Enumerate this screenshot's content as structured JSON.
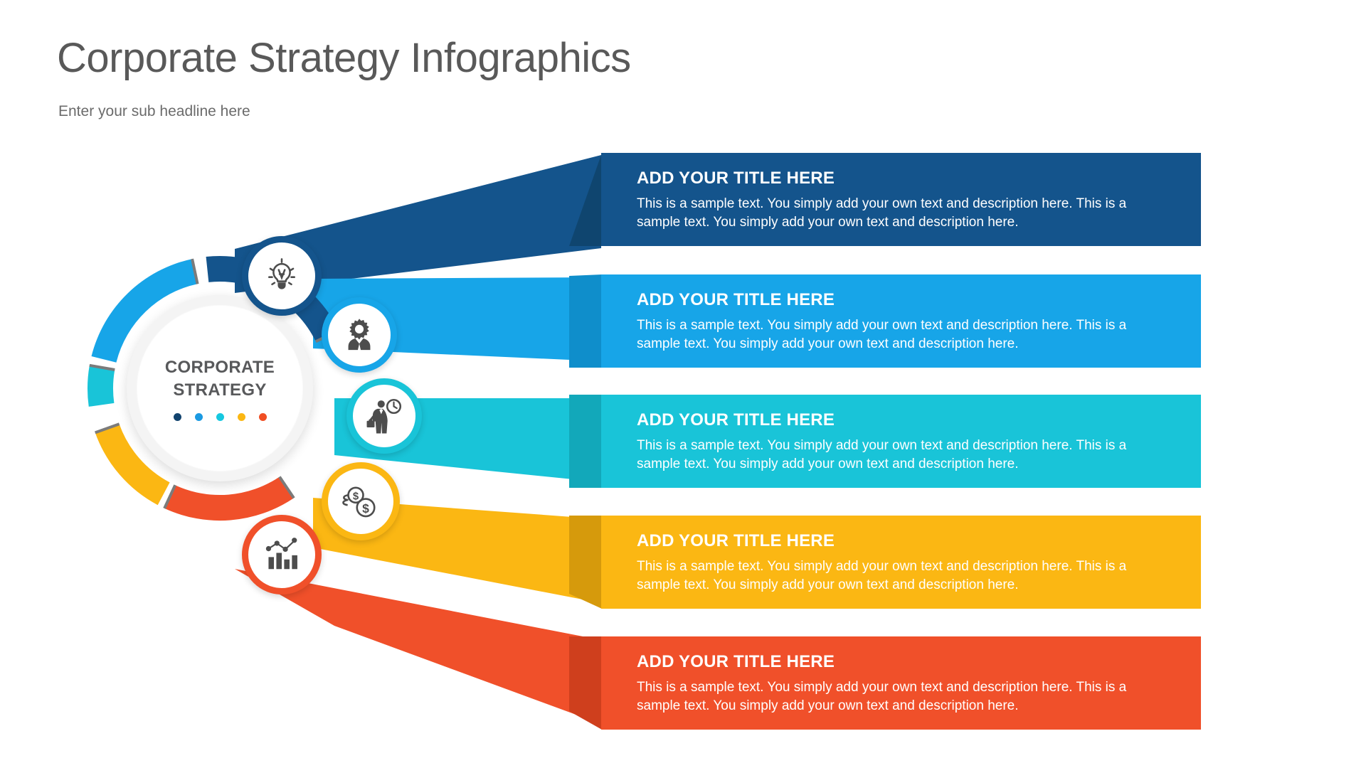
{
  "header": {
    "title": "Corporate Strategy Infographics",
    "subtitle": "Enter your sub headline here"
  },
  "center": {
    "line1": "CORPORATE",
    "line2": "STRATEGY"
  },
  "palette": {
    "navy": "#14548c",
    "navy_dark": "#0f456f",
    "blue": "#17a5e8",
    "blue_dark": "#0f8ecb",
    "cyan": "#19c4d8",
    "cyan_dark": "#12a8ba",
    "yellow": "#fbb713",
    "yellow_dark": "#d69a0c",
    "red": "#f0502a",
    "red_dark": "#cf3f1d",
    "dot_navy": "#12436e",
    "dot_blue": "#1b9ae2",
    "dot_cyan": "#16c8e0",
    "dot_yellow": "#fbb713",
    "dot_red": "#f04e23",
    "text_gray": "#58595b",
    "title_gray": "#595959",
    "separator": "#7b7b7b"
  },
  "items": [
    {
      "icon": "lightbulb-icon",
      "color": "#14548c",
      "title": "ADD YOUR TITLE HERE",
      "description": "This is a sample text. You simply add your own text and description here. This is a sample text. You simply add your own text and description here."
    },
    {
      "icon": "person-gear-icon",
      "color": "#17a5e8",
      "title": "ADD YOUR TITLE HERE",
      "description": "This is a sample text. You simply add your own text and description here. This is a sample text. You simply add your own text and description here."
    },
    {
      "icon": "businessman-clock-icon",
      "color": "#19c4d8",
      "title": "ADD YOUR TITLE HERE",
      "description": "This is a sample text. You simply add your own text and description here. This is a sample text. You simply add your own text and description here."
    },
    {
      "icon": "money-coins-icon",
      "color": "#fbb713",
      "title": "ADD YOUR TITLE HERE",
      "description": "This is a sample text. You simply add your own text and description here. This is a sample text. You simply add your own text and description here."
    },
    {
      "icon": "bar-chart-icon",
      "color": "#f0502a",
      "title": "ADD YOUR TITLE HERE",
      "description": "This is a sample text. You simply add your own text and description here. This is a sample text. You simply add your own text and description here."
    }
  ]
}
